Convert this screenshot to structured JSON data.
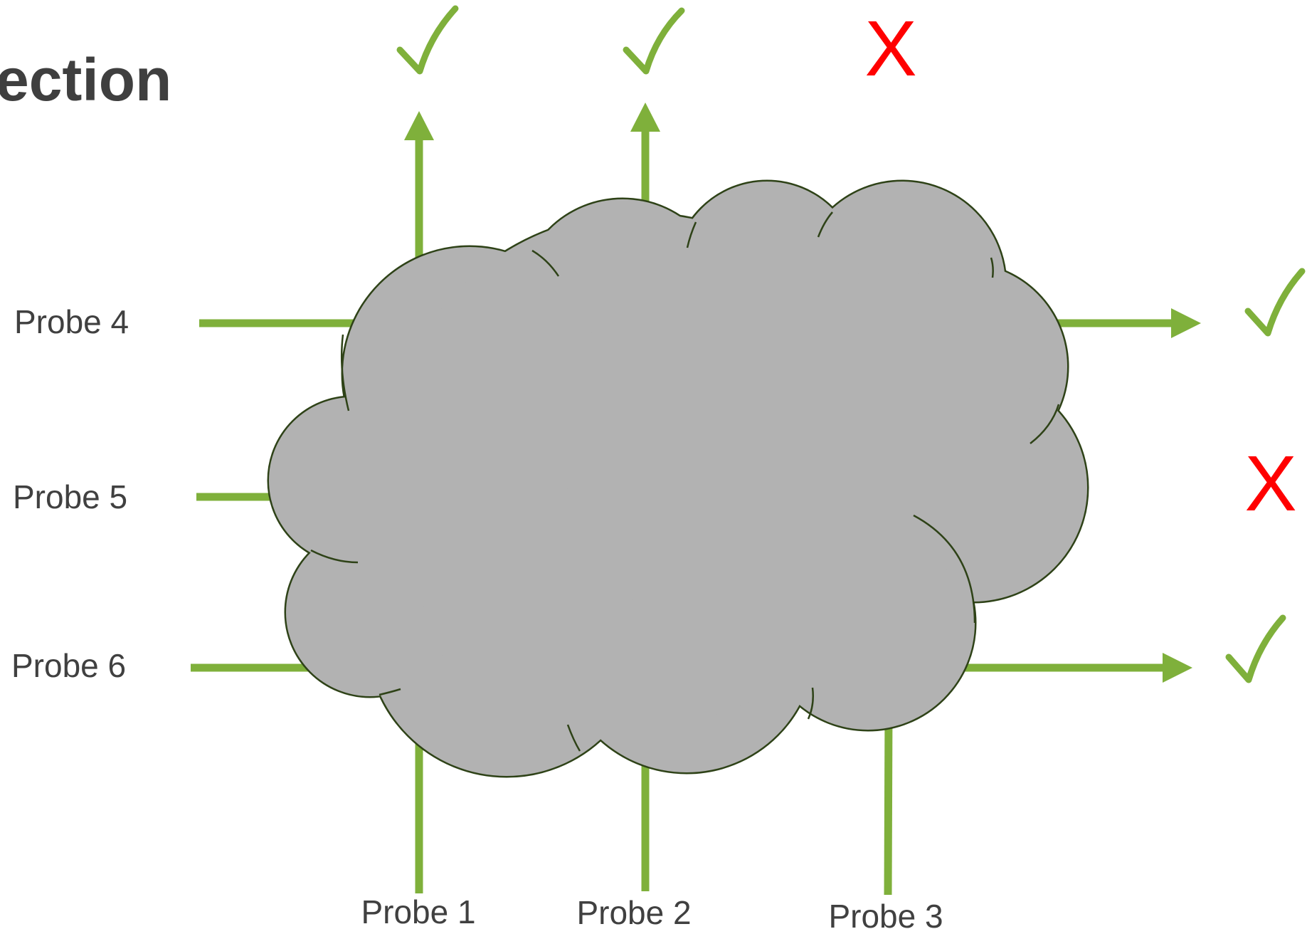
{
  "slide": {
    "title": "ection"
  },
  "colors": {
    "probe": "#7fb03b",
    "cloud_fill": "#b2b2b2",
    "cloud_stroke": "#2e4217",
    "success": "#7fb03b",
    "failure": "#ff0000",
    "label_text": "#404040",
    "title_text": "#3f3f3f"
  },
  "probes": [
    {
      "id": "probe-1",
      "label": "Probe 1",
      "direction": "up",
      "result": "pass",
      "result_icon": "check-icon"
    },
    {
      "id": "probe-2",
      "label": "Probe 2",
      "direction": "up",
      "result": "pass",
      "result_icon": "check-icon"
    },
    {
      "id": "probe-3",
      "label": "Probe 3",
      "direction": "up",
      "result": "fail",
      "result_icon": "cross-icon",
      "result_text": "X"
    },
    {
      "id": "probe-4",
      "label": "Probe 4",
      "direction": "right",
      "result": "pass",
      "result_icon": "check-icon"
    },
    {
      "id": "probe-5",
      "label": "Probe 5",
      "direction": "right",
      "result": "fail",
      "result_icon": "cross-icon",
      "result_text": "X"
    },
    {
      "id": "probe-6",
      "label": "Probe 6",
      "direction": "right",
      "result": "pass",
      "result_icon": "check-icon"
    }
  ],
  "cloud": {
    "icon": "cloud-shape"
  }
}
